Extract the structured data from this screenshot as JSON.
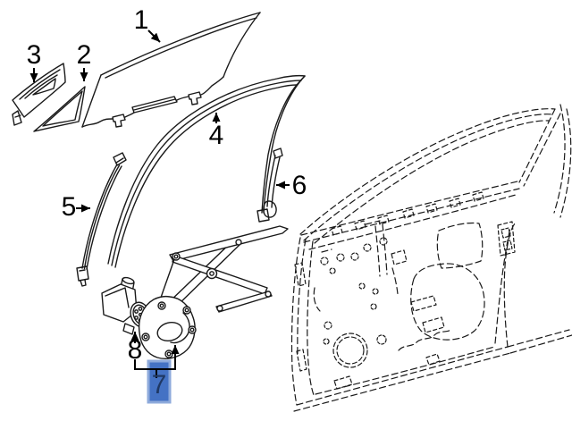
{
  "diagram": {
    "background_color": "#ffffff",
    "line_color": "#1a1a1a",
    "callouts": [
      {
        "label": "1"
      },
      {
        "label": "2"
      },
      {
        "label": "3"
      },
      {
        "label": "4"
      },
      {
        "label": "5"
      },
      {
        "label": "6"
      },
      {
        "label": "7"
      },
      {
        "label": "8"
      }
    ],
    "highlight": {
      "label": "7",
      "fill_color": "#4472C4",
      "border_color": "#8EAADB",
      "text_color": "#1F3864"
    }
  }
}
